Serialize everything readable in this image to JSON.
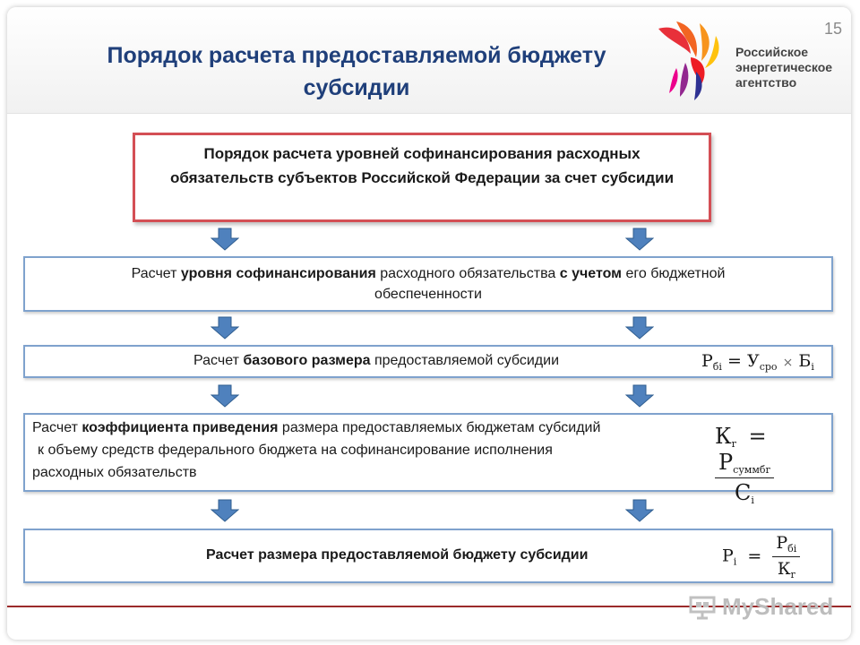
{
  "slide": {
    "title_line1": "Порядок расчета предоставляемой бюджету",
    "title_line2": "субсидии",
    "number": "15"
  },
  "logo": {
    "line1": "Российское",
    "line2": "энергетическое",
    "line3": "агентство"
  },
  "flow": {
    "top_box": "Порядок расчета уровней софинансирования расходных обязательств субъектов Российской Федерации за счет субсидии",
    "step1": {
      "pre": "Расчет ",
      "bold1": "уровня софинансирования",
      "mid": " расходного обязательства ",
      "bold2": "с учетом",
      "post": " его бюджетной",
      "line2": "обеспеченности"
    },
    "step2": {
      "pre": "Расчет ",
      "bold": "базового размера",
      "post": " предоставляемой субсидии",
      "formula": {
        "lhs": "Р",
        "lhs_sub": "бi",
        "eq": "=",
        "a": "У",
        "a_sub": "сро",
        "op": "×",
        "b": "Б",
        "b_sub": "i"
      }
    },
    "step3": {
      "pre": "Расчет ",
      "bold": "коэффициента приведения",
      "post": " размера предоставляемых бюджетам субсидий",
      "line2": "к объему средств федерального бюджета на софинансирование исполнения",
      "line3": "расходных обязательств",
      "formula": {
        "lhs": "К",
        "lhs_sub": "r",
        "eq": "=",
        "num": "Р",
        "num_sub": "суммбr",
        "den": "С",
        "den_sub": "i"
      }
    },
    "step4": {
      "label": "Расчет размера предоставляемой бюджету субсидии",
      "formula": {
        "lhs": "Р",
        "lhs_sub": "i",
        "eq": "=",
        "num": "Р",
        "num_sub": "бi",
        "den": "К",
        "den_sub": "r"
      }
    }
  },
  "watermark": "MyShared",
  "colors": {
    "title": "#1f3f7a",
    "top_box_border": "#d44f55",
    "box_border": "#7fa2cd",
    "arrow": "#4f81bd",
    "footer_line": "#9b2b2b"
  }
}
